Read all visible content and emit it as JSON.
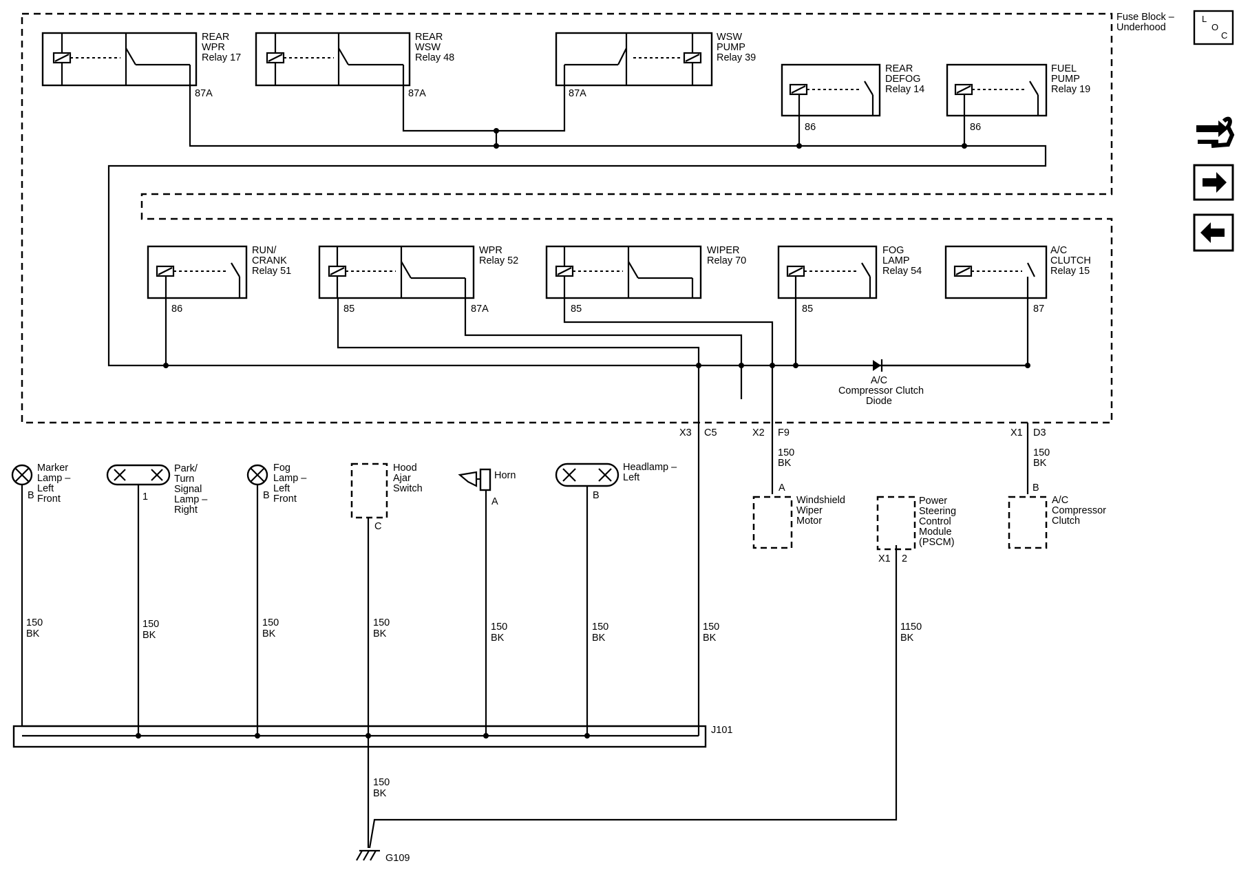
{
  "fuse_block": {
    "title": [
      "Fuse Block –",
      "Underhood"
    ]
  },
  "loc_icon": {
    "letters": [
      "L",
      "O",
      "C"
    ]
  },
  "relays": {
    "rear_wpr": {
      "lines": [
        "REAR",
        "WPR",
        "Relay 17"
      ],
      "pin": "87A"
    },
    "rear_wsw": {
      "lines": [
        "REAR",
        "WSW",
        "Relay 48"
      ],
      "pin": "87A"
    },
    "wsw_pump": {
      "lines": [
        "WSW",
        "PUMP",
        "Relay 39"
      ],
      "pin": "87A"
    },
    "rear_defog": {
      "lines": [
        "REAR",
        "DEFOG",
        "Relay 14"
      ],
      "pin": "86"
    },
    "fuel_pump": {
      "lines": [
        "FUEL",
        "PUMP",
        "Relay 19"
      ],
      "pin": "86"
    },
    "run_crank": {
      "lines": [
        "RUN/",
        "CRANK",
        "Relay 51"
      ],
      "pin": "86"
    },
    "wpr": {
      "lines": [
        "WPR",
        "Relay 52"
      ],
      "pin_left": "85",
      "pin_right": "87A"
    },
    "wiper": {
      "lines": [
        "WIPER",
        "Relay 70"
      ],
      "pin": "85"
    },
    "fog_lamp": {
      "lines": [
        "FOG",
        "LAMP",
        "Relay 54"
      ],
      "pin": "85"
    },
    "ac_clutch": {
      "lines": [
        "A/C",
        "CLUTCH",
        "Relay 15"
      ],
      "pin": "87"
    }
  },
  "diode": {
    "lines": [
      "A/C",
      "Compressor Clutch",
      "Diode"
    ]
  },
  "connectors": {
    "x3": "X3",
    "c5": "C5",
    "x2": "X2",
    "f9": "F9",
    "x1": "X1",
    "d3": "D3",
    "pscm_x1": "X1",
    "pscm_pin": "2"
  },
  "wires": {
    "std_gauge": "150",
    "std_color": "BK",
    "pscm_gauge": "1150",
    "pscm_color": "BK"
  },
  "components": {
    "marker_lamp": {
      "lines": [
        "Marker",
        "Lamp –",
        "Left",
        "Front"
      ],
      "pin": "B"
    },
    "park_lamp": {
      "lines": [
        "Park/",
        "Turn",
        "Signal",
        "Lamp –",
        "Right"
      ],
      "pin": "1"
    },
    "fog_lamp_lf": {
      "lines": [
        "Fog",
        "Lamp –",
        "Left",
        "Front"
      ],
      "pin": "B"
    },
    "hood_switch": {
      "lines": [
        "Hood",
        "Ajar",
        "Switch"
      ],
      "pin": "C"
    },
    "horn": {
      "lines": [
        "Horn"
      ],
      "pin": "A"
    },
    "headlamp": {
      "lines": [
        "Headlamp –",
        "Left"
      ],
      "pin": "B"
    },
    "wiper_motor": {
      "lines": [
        "Windshield",
        "Wiper",
        "Motor"
      ],
      "pin": "A"
    },
    "pscm": {
      "lines": [
        "Power",
        "Steering",
        "Control",
        "Module",
        "(PSCM)"
      ]
    },
    "ac_compressor": {
      "lines": [
        "A/C",
        "Compressor",
        "Clutch"
      ],
      "pin": "B"
    }
  },
  "splice": {
    "label": "J101"
  },
  "ground": {
    "label": "G109"
  },
  "nav": {
    "forward": "next-arrow-icon",
    "back": "prev-arrow-icon",
    "schematic": "schematic-icon"
  }
}
